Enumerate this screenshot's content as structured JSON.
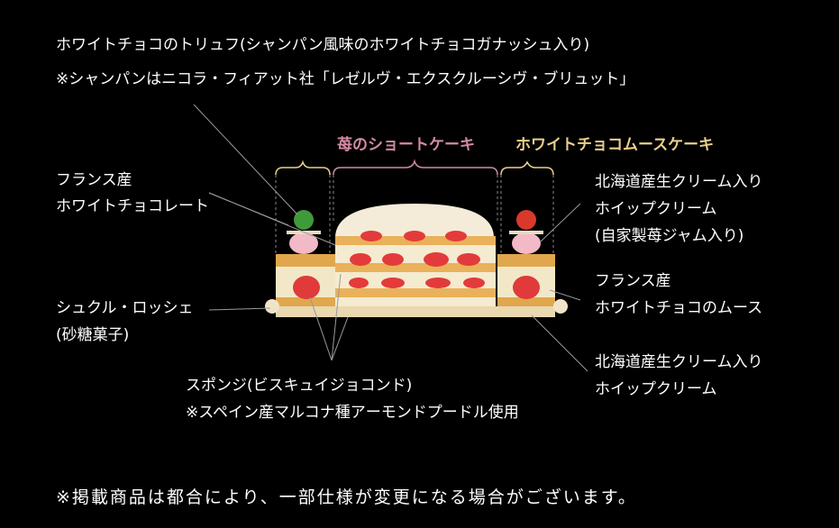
{
  "top_note": {
    "line1": "ホワイトチョコのトリュフ(シャンパン風味のホワイトチョコガナッシュ入り)",
    "line2": "※シャンパンはニコラ・フィアット社「レゼルヴ・エクスクルーシヴ・ブリュット」"
  },
  "headers": {
    "strawberry": "苺のショートケーキ",
    "white_choco": "ホワイトチョコムースケーキ"
  },
  "colors": {
    "strawberry_header": "#d48aa0",
    "white_choco_header": "#e8cf8a",
    "leader_line": "#9a9a9a"
  },
  "left_labels": {
    "white_choco_line1": "フランス産",
    "white_choco_line2": "ホワイトチョコレート",
    "sucre_line1": "シュクル・ロッシェ",
    "sucre_line2": "(砂糖菓子)"
  },
  "right_labels": {
    "whip1_line1": "北海道産生クリーム入り",
    "whip1_line2": "ホイップクリーム",
    "whip1_line3": "(自家製苺ジャム入り)",
    "mousse_line1": "フランス産",
    "mousse_line2": "ホワイトチョコのムース",
    "whip2_line1": "北海道産生クリーム入り",
    "whip2_line2": "ホイップクリーム"
  },
  "bottom_labels": {
    "sponge_line1": "スポンジ(ビスキュイジョコンド)",
    "sponge_line2": "※スペイン産マルコナ種アーモンドプードル使用"
  },
  "footer_note": "※掲載商品は都合により、一部仕様が変更になる場合がございます。"
}
